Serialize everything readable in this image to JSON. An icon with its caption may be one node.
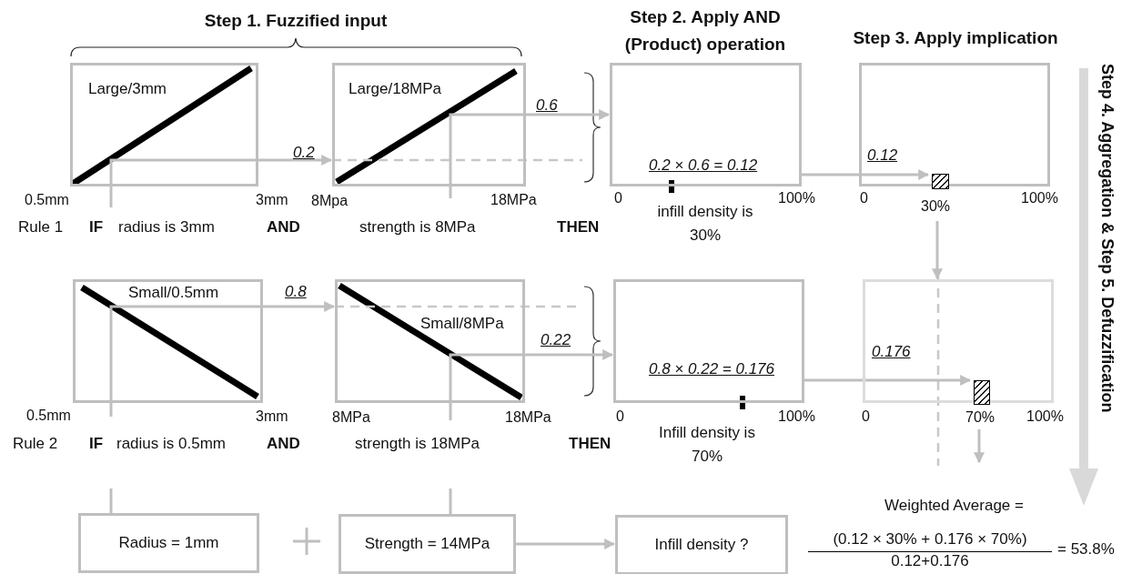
{
  "diagram": {
    "nodes": [
      {
        "text": [
          "Large/3mm"
        ],
        "beside": [
          "0.5mm",
          "3mm"
        ]
      },
      {
        "text": [
          "Large/18MPa"
        ],
        "beside": [
          "8Mpa",
          "18MPa"
        ]
      },
      {
        "text": [
          "0.2 × 0.6 = 0.12"
        ],
        "beside": [
          "0",
          "100%"
        ]
      },
      {
        "text": [],
        "shape": "box",
        "beside": [
          "0",
          "100%"
        ]
      },
      {
        "text": [],
        "shape": "bar",
        "in": 3,
        "beside": [
          "30%"
        ]
      },
      {
        "text": [
          "Small/0.5mm"
        ],
        "beside": [
          "0.5mm",
          "3mm"
        ]
      },
      {
        "text": [
          "Small/8MPa"
        ],
        "beside": [
          "8MPa",
          "18MPa"
        ]
      },
      {
        "text": [
          "0.8 × 0.22 = 0.176"
        ],
        "beside": [
          "0",
          "100%"
        ]
      },
      {
        "text": [],
        "shape": "box",
        "beside": [
          "0",
          "100%"
        ]
      },
      {
        "text": [],
        "shape": "bar",
        "in": 8,
        "beside": [
          "70%"
        ]
      },
      {
        "text": [
          "Radius = 1mm"
        ]
      },
      {
        "text": [
          "Strength = 14MPa"
        ]
      },
      {
        "text": [
          "Infill density ?"
        ]
      }
    ],
    "edges": [
      {
        "from": 0,
        "to": 1,
        "arrow": "to",
        "label": "0.2"
      },
      {
        "from": 1,
        "to": 2,
        "arrow": "to",
        "label": "0.6"
      },
      {
        "from": 2,
        "to": 4,
        "arrow": "to",
        "label": "0.12"
      },
      {
        "from": 4,
        "to": 8,
        "arrow": "to"
      },
      {
        "from": 5,
        "to": 6,
        "arrow": "to",
        "label": "0.8"
      },
      {
        "from": 6,
        "to": 7,
        "arrow": "to",
        "label": "0.22"
      },
      {
        "from": 7,
        "to": 9,
        "arrow": "to",
        "label": "0.176"
      },
      {
        "from": 9,
        "to": null,
        "arrow": "to"
      },
      {
        "from": 10,
        "to": null,
        "arrow": "none"
      },
      {
        "from": 11,
        "to": null,
        "arrow": "none"
      },
      {
        "from": 11,
        "to": 12,
        "arrow": "to"
      }
    ],
    "labels": [
      "Step 1. Fuzzified input",
      "Step 2. Apply AND (Product) operation",
      "Step 3. Apply implication",
      "Step 4. Aggregation & Step 5. Defuzzification",
      "Rule 1",
      "IF",
      "radius is 3mm",
      "AND",
      "strength is 8MPa",
      "THEN",
      "infill density is 30%",
      "Rule 2",
      "IF",
      "radius is 0.5mm",
      "AND",
      "strength is 18MPa",
      "THEN",
      "Infill density is 70%",
      "Weighted Average =",
      "(0.12 × 30% + 0.176 × 70%)",
      "0.12+0.176",
      "= 53.8%"
    ]
  }
}
